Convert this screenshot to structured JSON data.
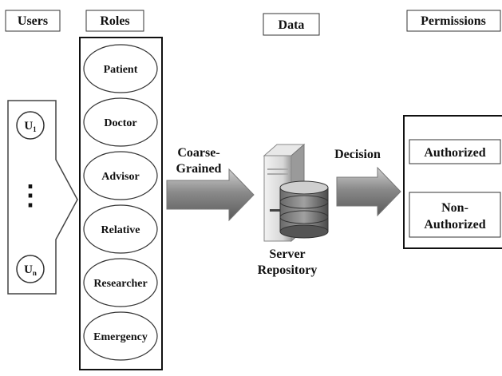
{
  "headers": {
    "users": "Users",
    "roles": "Roles",
    "data": "Data",
    "permissions": "Permissions"
  },
  "users": {
    "first": "U",
    "first_sub": "1",
    "ellipsis": "⋮",
    "last": "U",
    "last_sub": "n"
  },
  "roles": [
    "Patient",
    "Doctor",
    "Advisor",
    "Relative",
    "Researcher",
    "Emergency"
  ],
  "flows": {
    "coarse_line1": "Coarse-",
    "coarse_line2": "Grained",
    "decision": "Decision"
  },
  "server": {
    "line1": "Server",
    "line2": "Repository"
  },
  "permissions": {
    "authorized": "Authorized",
    "non_line1": "Non-",
    "non_line2": "Authorized"
  }
}
